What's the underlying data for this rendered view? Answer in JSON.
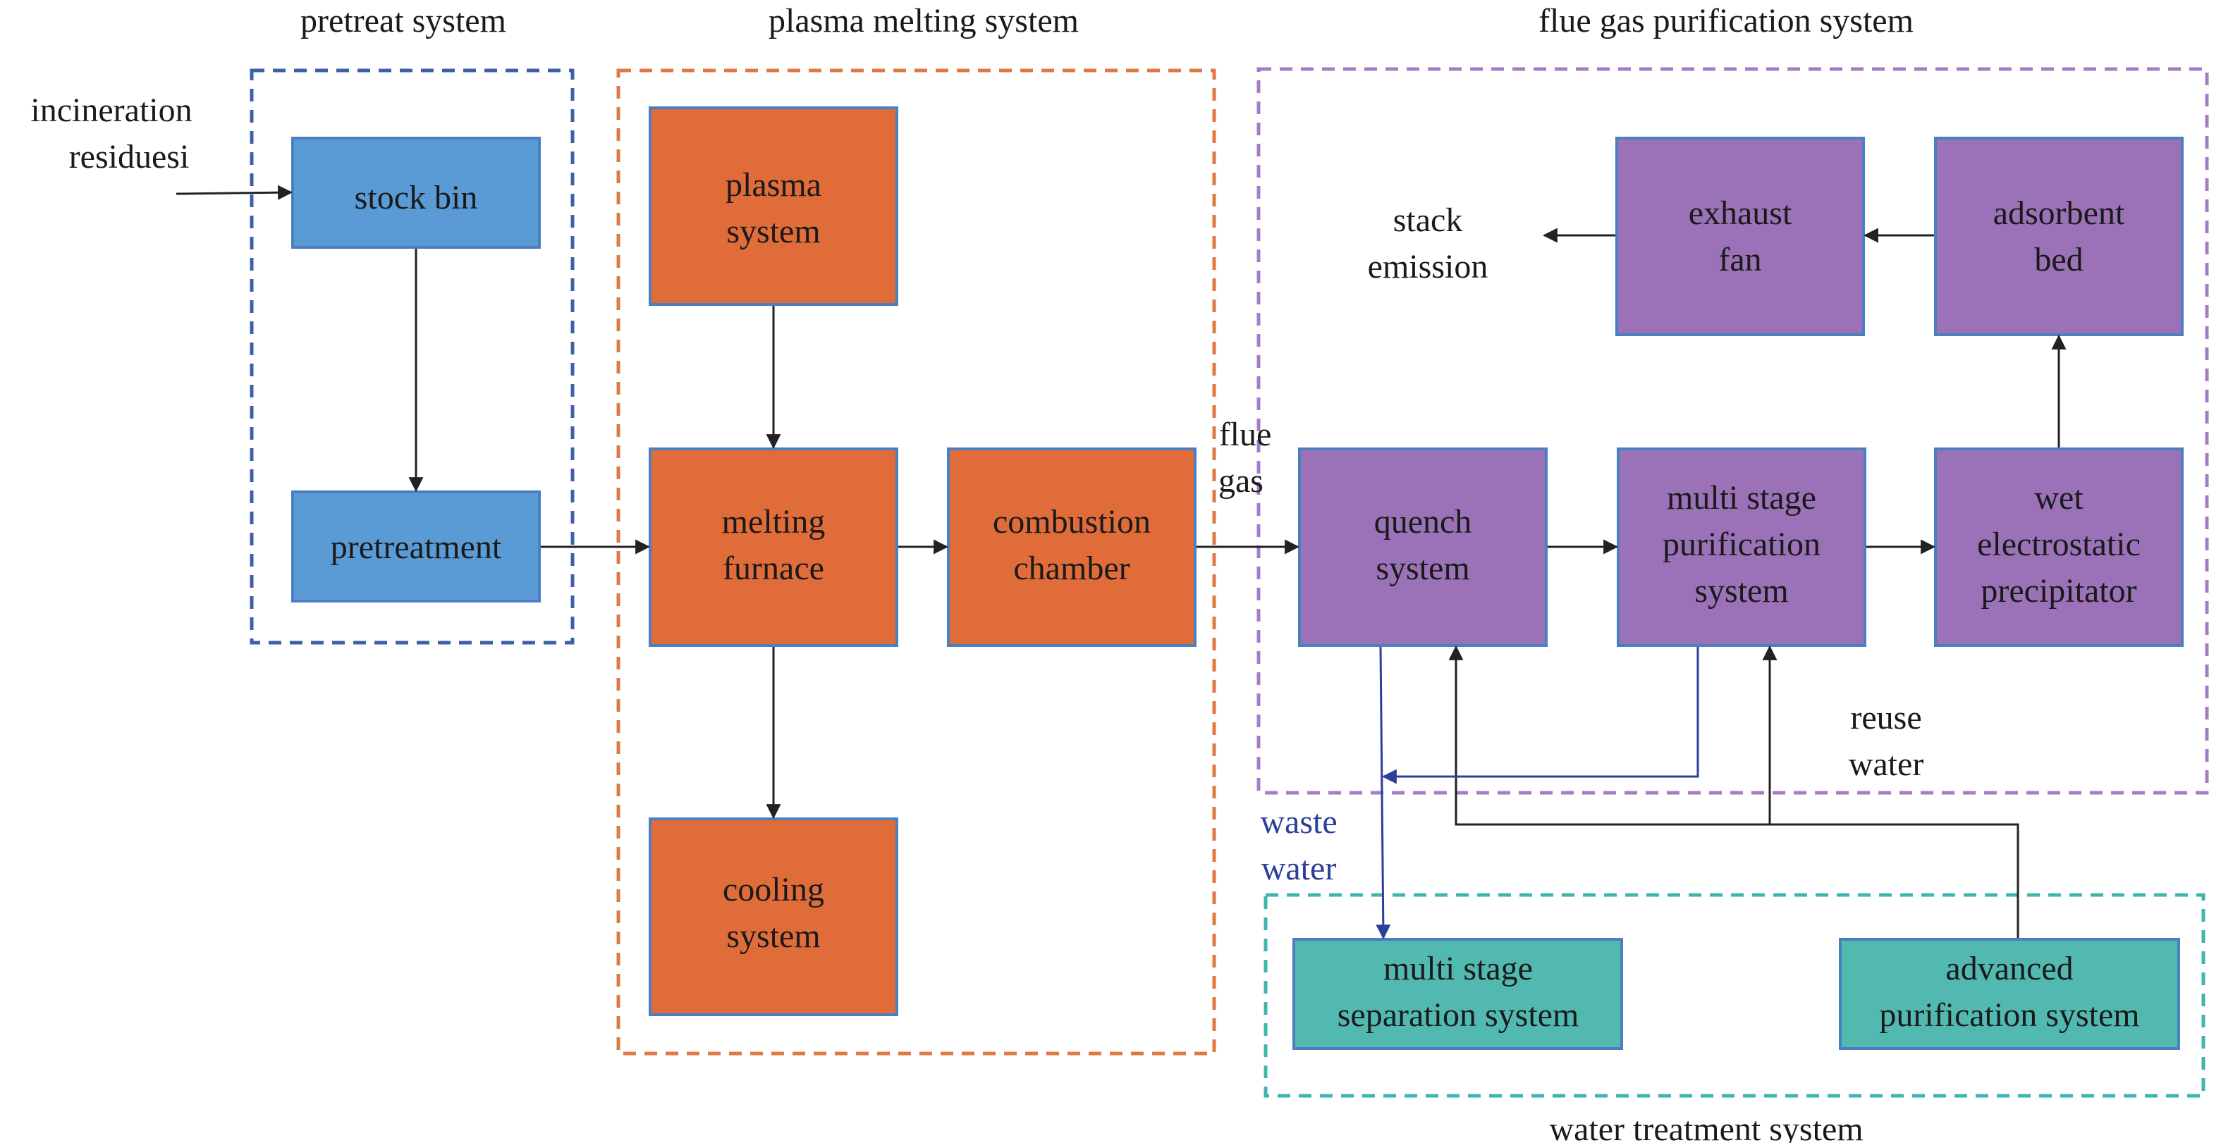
{
  "groups": {
    "pretreat": {
      "title": "pretreat system",
      "color": "#3f5fa8"
    },
    "plasma": {
      "title": "plasma melting system",
      "color": "#e07a45"
    },
    "flue_gas": {
      "title": "flue gas purification system",
      "color": "#a47cc8"
    },
    "water": {
      "title": "water treatment system",
      "color": "#3fb6ad"
    }
  },
  "colors": {
    "blue_fill": "#5b9bd5",
    "orange_fill": "#e06c3a",
    "purple_fill": "#9b72b8",
    "teal_fill": "#52b9b1",
    "box_border": "#4a7fc1",
    "arrow": "#222222",
    "waste_water": "#2b3f9b"
  },
  "input_label": {
    "line1": "incineration",
    "line2": "residuesi"
  },
  "boxes": {
    "stock_bin": {
      "line1": "stock bin"
    },
    "pretreatment": {
      "line1": "pretreatment"
    },
    "plasma_system": {
      "line1": "plasma",
      "line2": "system"
    },
    "melting_furnace": {
      "line1": "melting",
      "line2": "furnace"
    },
    "combustion_chamber": {
      "line1": "combustion",
      "line2": "chamber"
    },
    "cooling_system": {
      "line1": "cooling",
      "line2": "system"
    },
    "quench_system": {
      "line1": "quench",
      "line2": "system"
    },
    "multi_stage_purification": {
      "line1": "multi stage",
      "line2": "purification",
      "line3": "system"
    },
    "wet_esp": {
      "line1": "wet",
      "line2": "electrostatic",
      "line3": "precipitator"
    },
    "adsorbent_bed": {
      "line1": "adsorbent",
      "line2": "bed"
    },
    "exhaust_fan": {
      "line1": "exhaust",
      "line2": "fan"
    },
    "multi_stage_separation": {
      "line1": "multi stage",
      "line2": "separation system"
    },
    "advanced_purification": {
      "line1": "advanced",
      "line2": "purification system"
    }
  },
  "labels": {
    "stack_emission": {
      "line1": "stack",
      "line2": "emission"
    },
    "flue_gas": {
      "line1": "flue",
      "line2": "gas"
    },
    "reuse_water": {
      "line1": "reuse",
      "line2": "water"
    },
    "waste_water": {
      "line1": "waste",
      "line2": "water"
    }
  }
}
